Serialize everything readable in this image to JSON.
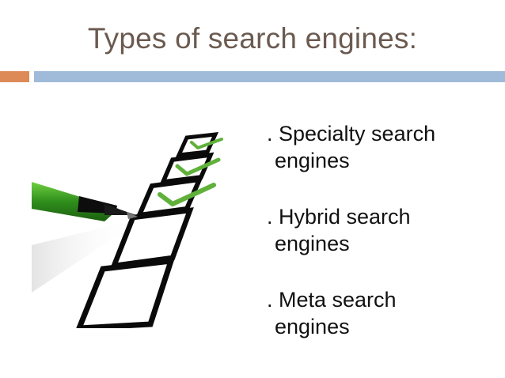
{
  "slide": {
    "title": "Types of search engines:",
    "accent_colors": {
      "title": "#6b5a50",
      "left_bar": "#de8a58",
      "right_bar": "#9fbbd9",
      "check": "#5fb13a",
      "pen": "#3c8d1f"
    },
    "illustration_icon": "checklist-with-pen-icon",
    "bullets": [
      {
        "line1": ". Specialty search",
        "line2": "engines"
      },
      {
        "line1": ". Hybrid search",
        "line2": "engines"
      },
      {
        "line1": ". Meta search",
        "line2": "engines"
      }
    ]
  }
}
